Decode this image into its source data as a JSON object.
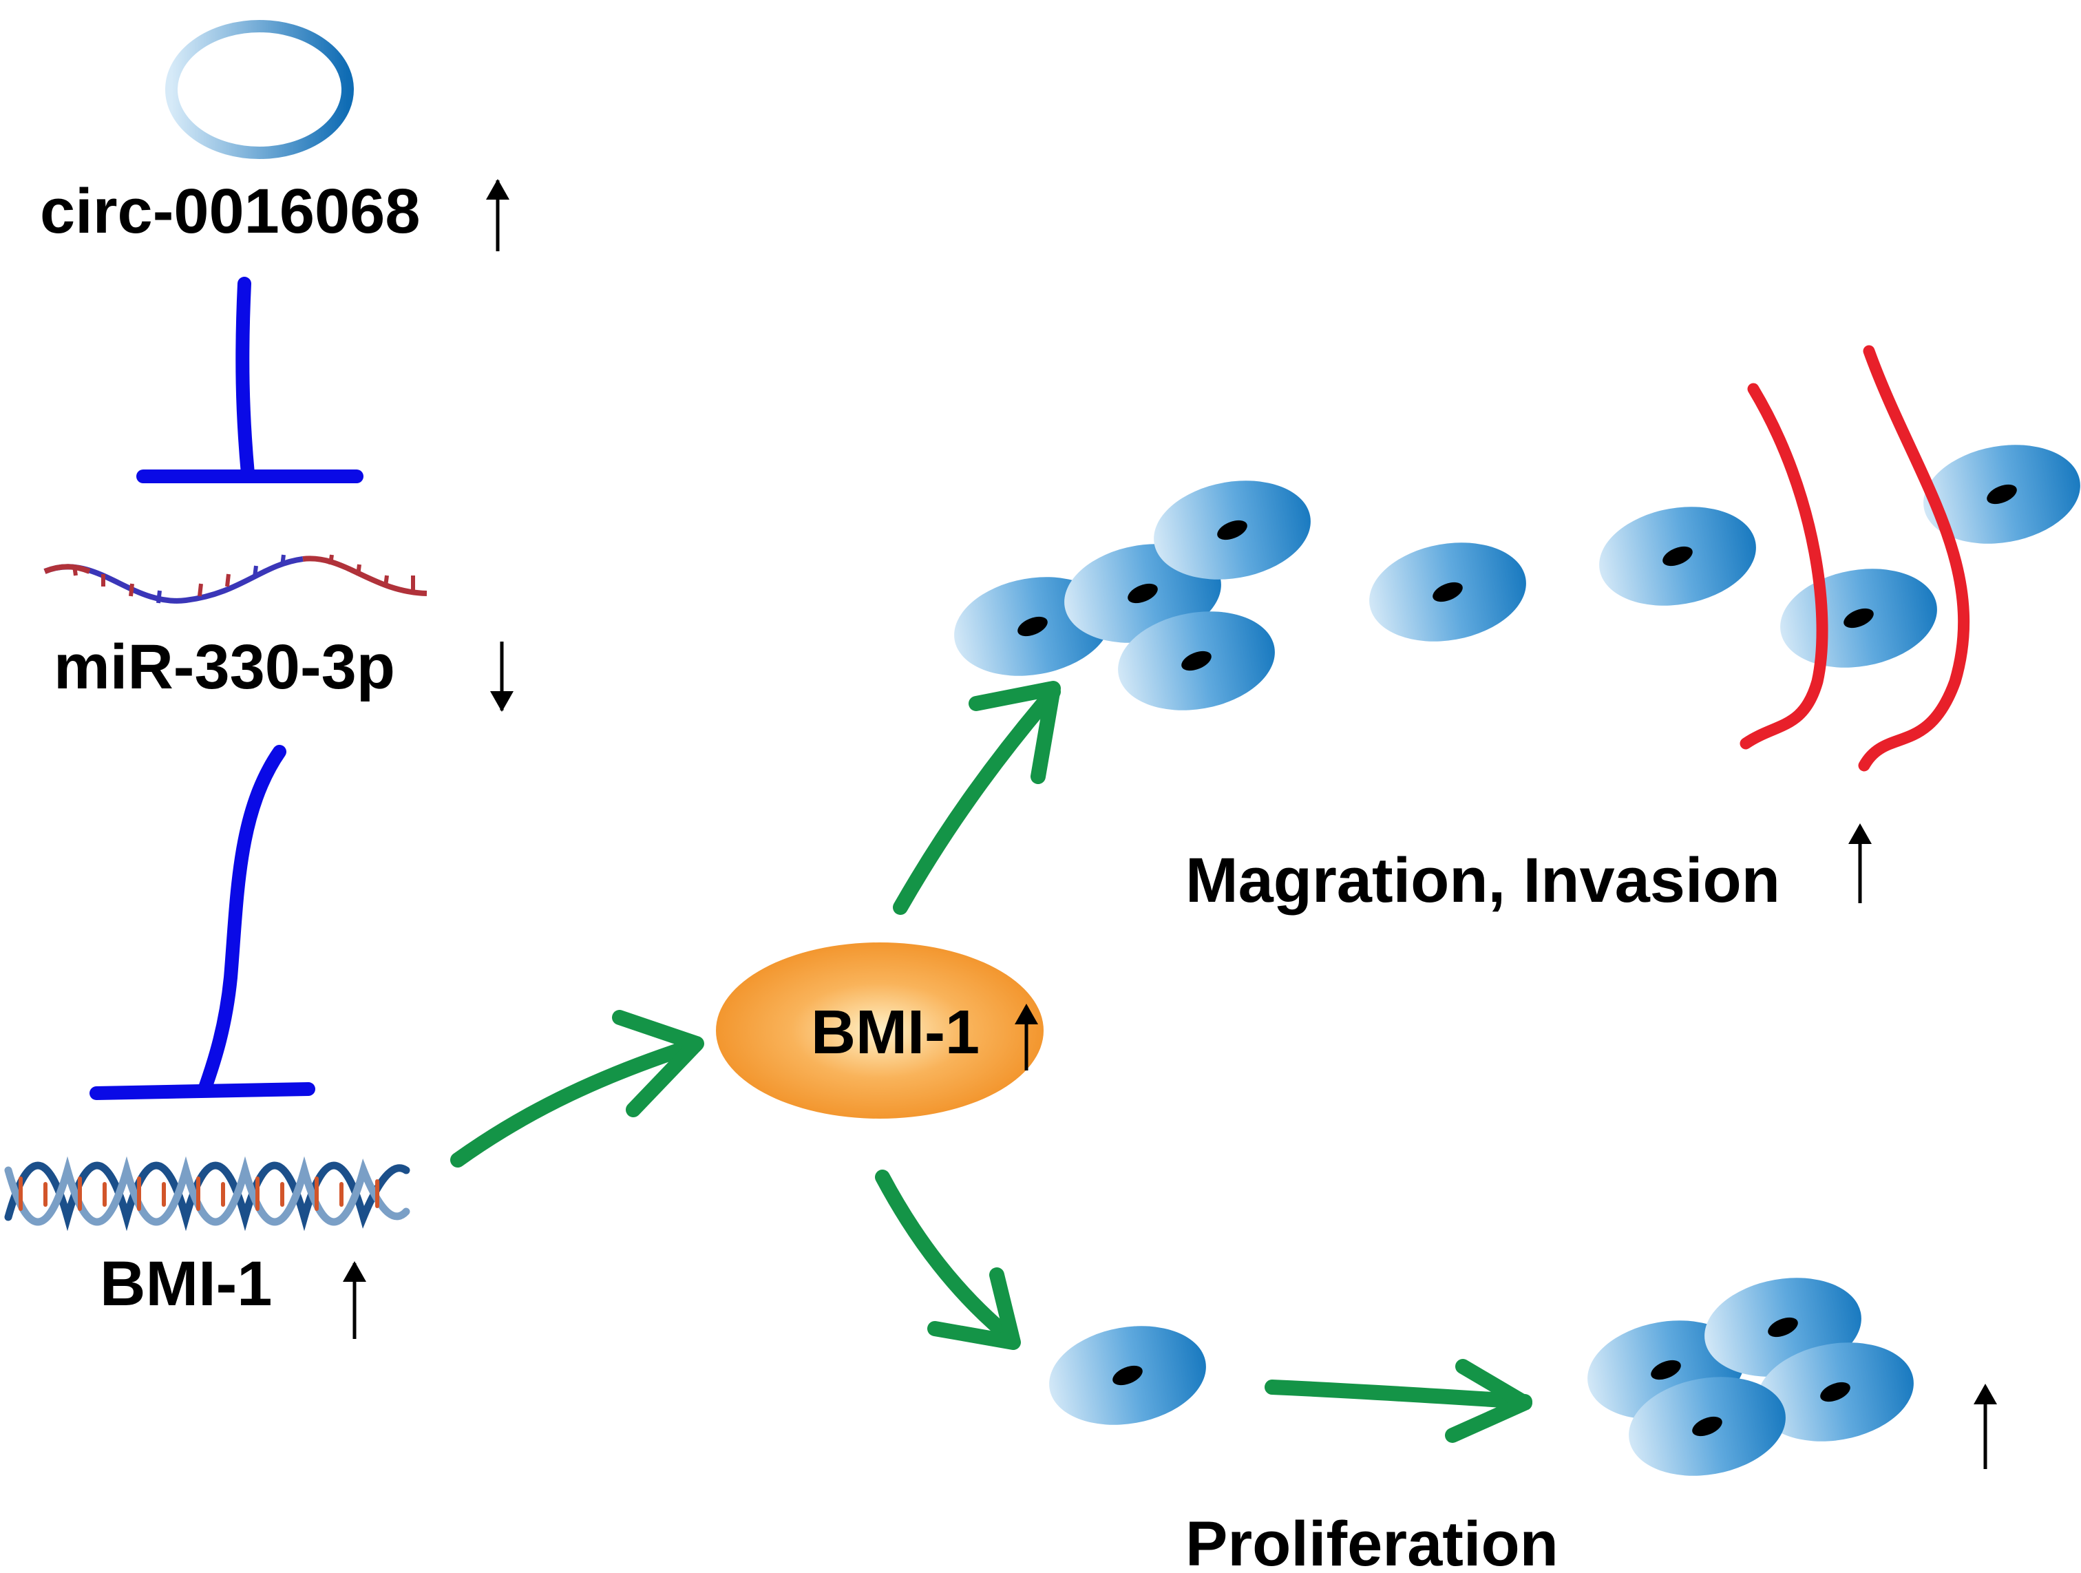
{
  "colors": {
    "inhibition_line": "#0a0ae6",
    "activation_arrow": "#149447",
    "barrier_line": "#e8202a",
    "cell_light": "#d3e8f7",
    "cell_dark": "#1a7ac0",
    "cell_nucleus": "#000000",
    "bmi1_node_light": "#fff1c8",
    "bmi1_node_dark": "#f08a1c",
    "circrna_light": "#d6eaf8",
    "circrna_dark": "#0f6cb4",
    "text": "#000000"
  },
  "nodes": {
    "circrna": {
      "label": "circ-0016068",
      "trend_icon": "up-arrow-icon",
      "shape_icon": "circular-rna-ring-icon"
    },
    "mirna": {
      "label": "miR-330-3p",
      "trend_icon": "down-arrow-icon",
      "shape_icon": "mirna-strand-icon"
    },
    "bmi1_gene": {
      "label": "BMI-1",
      "trend_icon": "up-arrow-icon",
      "shape_icon": "dna-double-helix-icon"
    },
    "bmi1_protein": {
      "label": "BMI-1",
      "trend_icon": "up-arrow-icon",
      "shape_icon": "protein-ellipse-icon"
    }
  },
  "outcomes": {
    "migration": {
      "label": "Magration, Invasion",
      "trend_icon": "up-arrow-icon"
    },
    "proliferation": {
      "label": "Proliferation",
      "trend_icon": "up-arrow-icon"
    }
  },
  "relations": [
    {
      "from": "circ-0016068",
      "to": "miR-330-3p",
      "type": "inhibition"
    },
    {
      "from": "miR-330-3p",
      "to": "BMI-1",
      "type": "inhibition"
    },
    {
      "from": "BMI-1 gene",
      "to": "BMI-1 protein",
      "type": "activation"
    },
    {
      "from": "BMI-1 protein",
      "to": "Magration, Invasion",
      "type": "activation"
    },
    {
      "from": "BMI-1 protein",
      "to": "Proliferation",
      "type": "activation"
    }
  ]
}
